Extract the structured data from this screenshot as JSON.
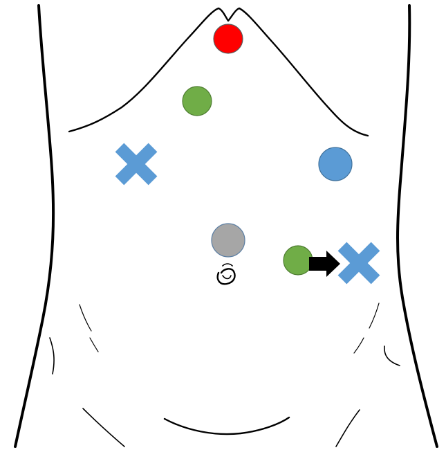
{
  "colors": {
    "outline": "#000000",
    "background": "#ffffff",
    "port_red": "#ff0000",
    "port_green": "#70ad47",
    "port_blue": "#5b9bd5",
    "port_gray": "#a6a6a6",
    "arrow": "#000000"
  },
  "markers": [
    {
      "name": "red-port-circle",
      "shape": "circle",
      "color": "#ff0000"
    },
    {
      "name": "green-port-circle-upper",
      "shape": "circle",
      "color": "#70ad47"
    },
    {
      "name": "blue-x-right-upper",
      "shape": "x",
      "color": "#5b9bd5"
    },
    {
      "name": "blue-port-circle-left",
      "shape": "circle",
      "color": "#5b9bd5"
    },
    {
      "name": "gray-port-circle-umbilical",
      "shape": "circle",
      "color": "#a6a6a6"
    },
    {
      "name": "green-port-circle-lower-left",
      "shape": "circle",
      "color": "#70ad47"
    },
    {
      "name": "blue-x-left-lower",
      "shape": "x",
      "color": "#5b9bd5"
    }
  ],
  "arrow": {
    "name": "relocation-arrow",
    "color": "#000000",
    "icon": "right-arrow-icon"
  }
}
